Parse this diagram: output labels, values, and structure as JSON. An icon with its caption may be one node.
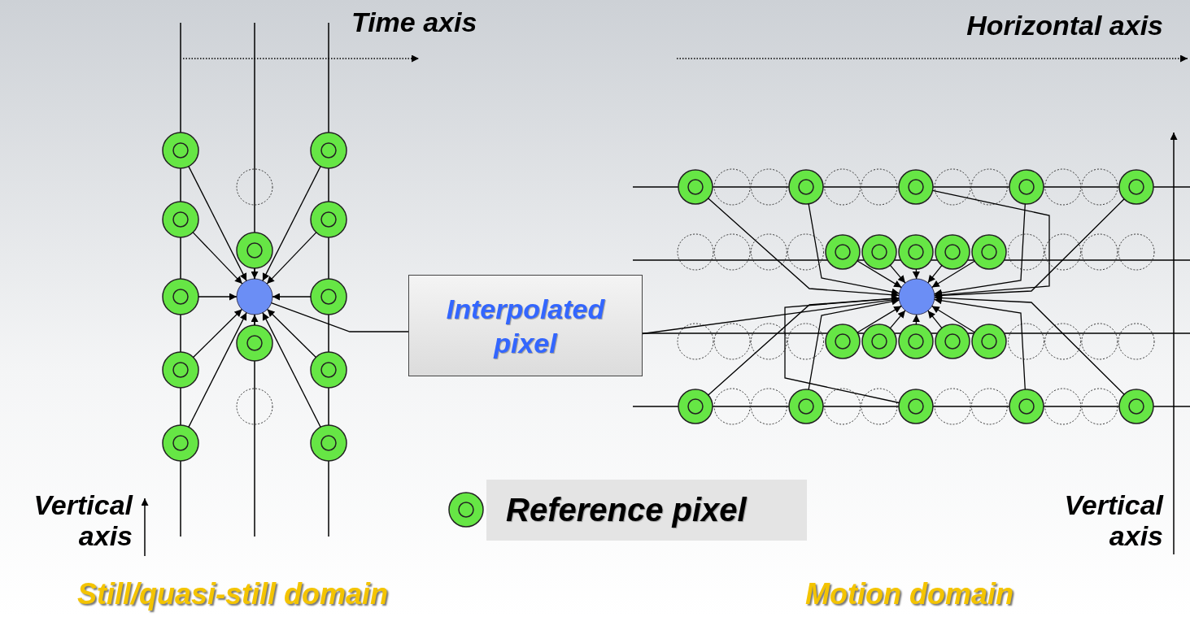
{
  "diagram": {
    "nodes": [
      {
        "text": [
          "Interpolated pixel"
        ]
      },
      {
        "text": [],
        "shape": "circle"
      },
      {
        "text": [],
        "shape": "circle"
      },
      {
        "text": [],
        "shape": "circle"
      },
      {
        "text": [],
        "shape": "circle"
      },
      {
        "text": [],
        "shape": "circle"
      },
      {
        "text": [],
        "shape": "circle"
      },
      {
        "text": [],
        "shape": "circle"
      },
      {
        "text": [],
        "shape": "circle"
      },
      {
        "text": [],
        "shape": "circle"
      },
      {
        "text": [],
        "shape": "circle"
      },
      {
        "text": [],
        "shape": "circle"
      },
      {
        "text": [],
        "shape": "circle"
      },
      {
        "text": [],
        "shape": "circle"
      },
      {
        "text": [],
        "shape": "circle"
      },
      {
        "text": [],
        "shape": "circle"
      },
      {
        "text": [],
        "shape": "circle"
      },
      {
        "text": [],
        "shape": "circle"
      },
      {
        "text": [],
        "shape": "circle"
      },
      {
        "text": [],
        "shape": "circle"
      },
      {
        "text": [],
        "shape": "circle"
      },
      {
        "text": [],
        "shape": "circle"
      },
      {
        "text": [],
        "shape": "circle"
      },
      {
        "text": [],
        "shape": "circle"
      },
      {
        "text": [],
        "shape": "circle"
      },
      {
        "text": [],
        "shape": "circle"
      },
      {
        "text": [],
        "shape": "circle"
      },
      {
        "text": [],
        "shape": "circle"
      },
      {
        "text": [],
        "shape": "circle"
      },
      {
        "text": [],
        "shape": "circle"
      },
      {
        "text": [],
        "shape": "circle"
      },
      {
        "text": [],
        "shape": "circle"
      },
      {
        "text": [],
        "shape": "circle"
      },
      {
        "text": [],
        "shape": "circle"
      },
      {
        "text": [],
        "shape": "circle"
      }
    ],
    "edges": [
      {
        "from": 2,
        "to": 1,
        "arrow": "to"
      },
      {
        "from": 3,
        "to": 1,
        "arrow": "to"
      },
      {
        "from": 4,
        "to": 1,
        "arrow": "to"
      },
      {
        "from": 5,
        "to": 1,
        "arrow": "to"
      },
      {
        "from": 6,
        "to": 1,
        "arrow": "to"
      },
      {
        "from": 7,
        "to": 1,
        "arrow": "to"
      },
      {
        "from": 8,
        "to": 1,
        "arrow": "to"
      },
      {
        "from": 9,
        "to": 1,
        "arrow": "to"
      },
      {
        "from": 10,
        "to": 1,
        "arrow": "to"
      },
      {
        "from": 11,
        "to": 1,
        "arrow": "to"
      },
      {
        "from": 12,
        "to": 1,
        "arrow": "to"
      },
      {
        "from": 13,
        "to": 1,
        "arrow": "to"
      },
      {
        "from": 15,
        "to": 14,
        "arrow": "to"
      },
      {
        "from": 16,
        "to": 14,
        "arrow": "to"
      },
      {
        "from": 17,
        "to": 14,
        "arrow": "to"
      },
      {
        "from": 18,
        "to": 14,
        "arrow": "to"
      },
      {
        "from": 19,
        "to": 14,
        "arrow": "to"
      },
      {
        "from": 20,
        "to": 14,
        "arrow": "to"
      },
      {
        "from": 21,
        "to": 14,
        "arrow": "to"
      },
      {
        "from": 22,
        "to": 14,
        "arrow": "to"
      },
      {
        "from": 23,
        "to": 14,
        "arrow": "to"
      },
      {
        "from": 24,
        "to": 14,
        "arrow": "to"
      },
      {
        "from": 25,
        "to": 14,
        "arrow": "to"
      },
      {
        "from": 26,
        "to": 14,
        "arrow": "to"
      },
      {
        "from": 27,
        "to": 14,
        "arrow": "to"
      },
      {
        "from": 28,
        "to": 14,
        "arrow": "to"
      },
      {
        "from": 29,
        "to": 14,
        "arrow": "to"
      },
      {
        "from": 30,
        "to": 14,
        "arrow": "to"
      },
      {
        "from": 31,
        "to": 14,
        "arrow": "to"
      },
      {
        "from": 32,
        "to": 14,
        "arrow": "to"
      },
      {
        "from": 33,
        "to": 14,
        "arrow": "to"
      },
      {
        "from": 34,
        "to": 14,
        "arrow": "to"
      },
      {
        "from": 0,
        "to": 1,
        "arrow": "none"
      },
      {
        "from": 0,
        "to": 14,
        "arrow": "none"
      }
    ],
    "labels": [
      "Time axis",
      "Horizontal axis",
      "Vertical axis",
      "Vertical axis",
      "Still/quasi-still domain",
      "Motion domain"
    ],
    "legend": [
      {
        "text": "Reference pixel"
      }
    ]
  }
}
